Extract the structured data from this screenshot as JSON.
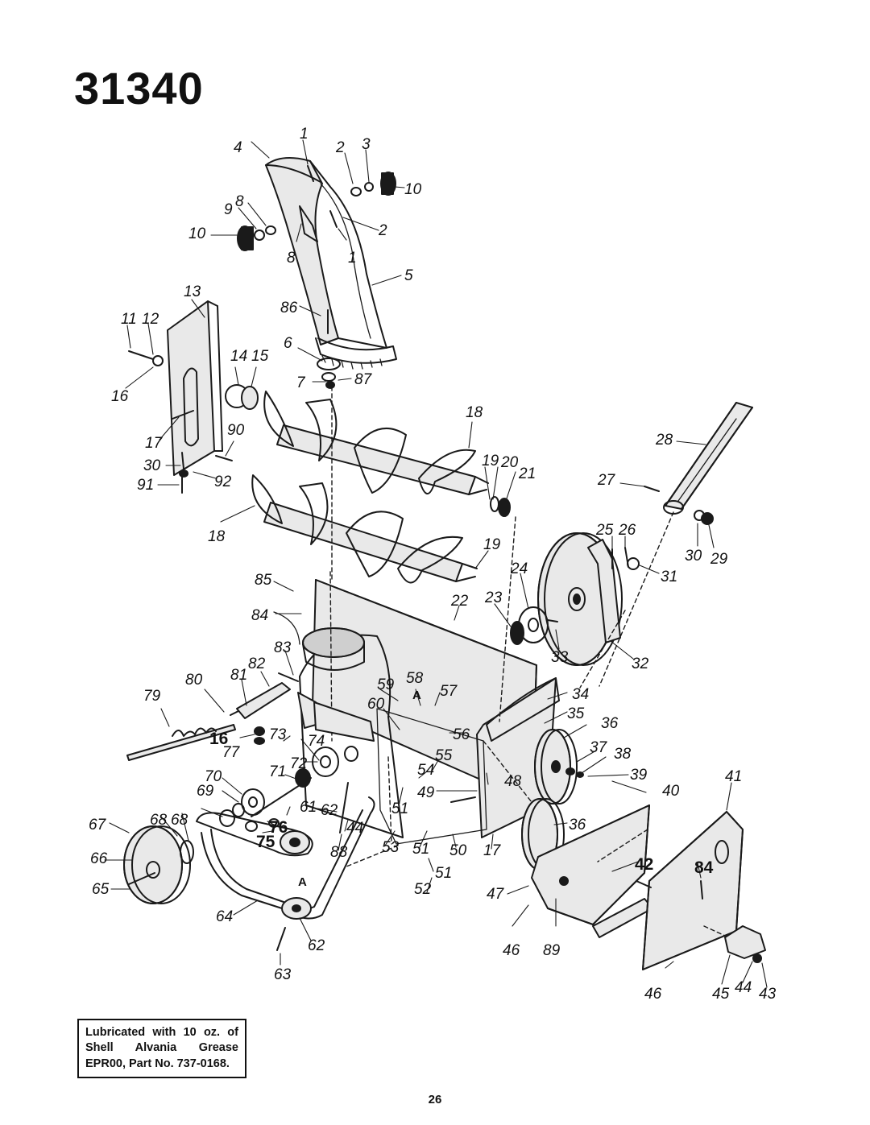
{
  "page": {
    "model_number": "31340",
    "page_number": "26",
    "note": "Lubricated with 10 oz. of Shell Alvania Grease EPR00, Part No. 737-0168."
  },
  "diagram": {
    "callouts": [
      "1",
      "2",
      "3",
      "4",
      "10",
      "9",
      "8",
      "10",
      "2",
      "8",
      "1",
      "5",
      "13",
      "86",
      "11",
      "12",
      "6",
      "14",
      "15",
      "16",
      "7",
      "87",
      "17",
      "90",
      "18",
      "30",
      "92",
      "91",
      "19",
      "20",
      "21",
      "28",
      "27",
      "18",
      "19",
      "25",
      "26",
      "30",
      "29",
      "31",
      "85",
      "24",
      "84",
      "22",
      "23",
      "83",
      "33",
      "32",
      "80",
      "82",
      "81",
      "59",
      "58",
      "57",
      "A",
      "34",
      "79",
      "60",
      "35",
      "36",
      "16",
      "77",
      "73",
      "74",
      "56",
      "37",
      "38",
      "72",
      "55",
      "70",
      "71",
      "54",
      "39",
      "40",
      "41",
      "69",
      "48",
      "49",
      "61",
      "62",
      "68",
      "67",
      "68",
      "76",
      "44",
      "36",
      "51",
      "75",
      "66",
      "53",
      "51",
      "50",
      "17",
      "88",
      "42",
      "84",
      "51",
      "65",
      "A",
      "52",
      "47",
      "64",
      "62",
      "46",
      "89",
      "63",
      "46",
      "45",
      "44",
      "43"
    ]
  }
}
